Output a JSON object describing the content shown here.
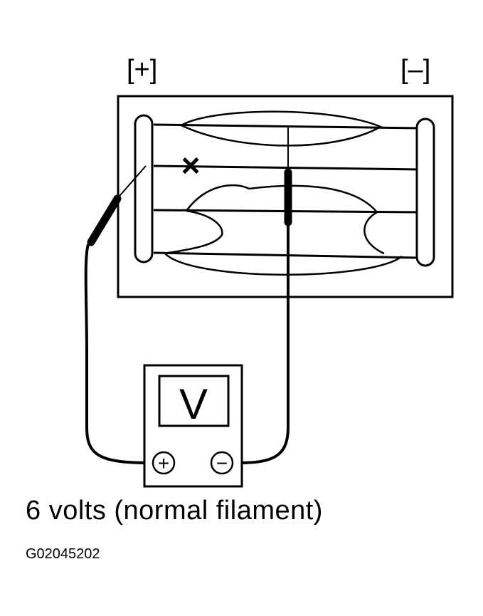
{
  "terminals": {
    "positive_label": "[+]",
    "negative_label": "[–]"
  },
  "meter": {
    "display_letter": "V",
    "positive_jack": "+",
    "negative_jack": "−"
  },
  "filament": {
    "break_mark": "×"
  },
  "caption": "6 volts (normal filament)",
  "figure_code": "G02045202",
  "colors": {
    "ink": "#000000",
    "paper": "#ffffff"
  }
}
